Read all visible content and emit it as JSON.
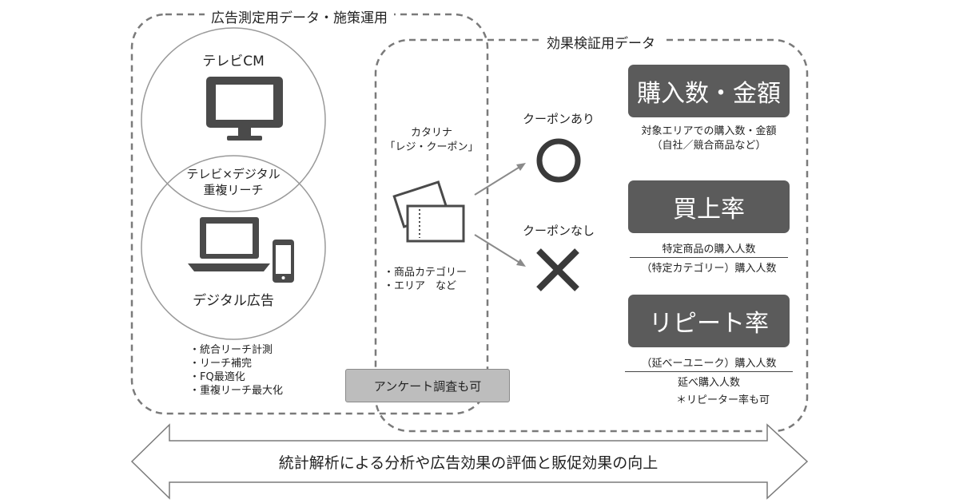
{
  "regions": {
    "ad_measurement_label": "広告測定用データ・施策運用",
    "effect_verification_label": "効果検証用データ"
  },
  "left": {
    "tv_label": "テレビCM",
    "overlap_label_1": "テレビ×デジタル",
    "overlap_label_2": "重複リーチ",
    "digital_label": "デジタル広告",
    "features": [
      "・統合リーチ計測",
      "・リーチ補完",
      "・FQ最適化",
      "・重複リーチ最大化"
    ]
  },
  "middle": {
    "catalina_line1": "カタリナ",
    "catalina_line2": "「レジ・クーポン」",
    "targeting": [
      "・商品カテゴリー",
      "・エリア　など"
    ],
    "survey_label": "アンケート調査も可"
  },
  "coupon": {
    "with_label": "クーポンあり",
    "without_label": "クーポンなし"
  },
  "metrics": {
    "purchase_title": "購入数・金額",
    "purchase_desc_1": "対象エリアでの購入数・金額",
    "purchase_desc_2": "（自社／競合商品など）",
    "buy_rate_title": "買上率",
    "buy_rate_numerator": "特定商品の購入人数",
    "buy_rate_denominator": "（特定カテゴリー）購入人数",
    "repeat_title": "リピート率",
    "repeat_numerator": "（延べーユニーク）購入人数",
    "repeat_denominator": "延べ購入人数",
    "repeat_note": "＊リピーター率も可"
  },
  "bottom_arrow_text": "統計解析による分析や広告効果の評価と販促効果の向上"
}
